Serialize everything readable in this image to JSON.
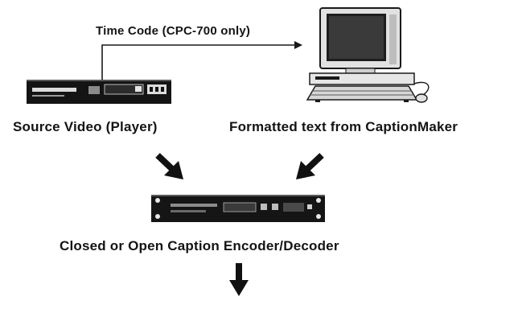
{
  "labels": {
    "time_code": "Time Code (CPC-700 only)",
    "source_video": "Source Video (Player)",
    "formatted_text": "Formatted text from CaptionMaker",
    "encoder": "Closed or Open Caption Encoder/Decoder"
  }
}
